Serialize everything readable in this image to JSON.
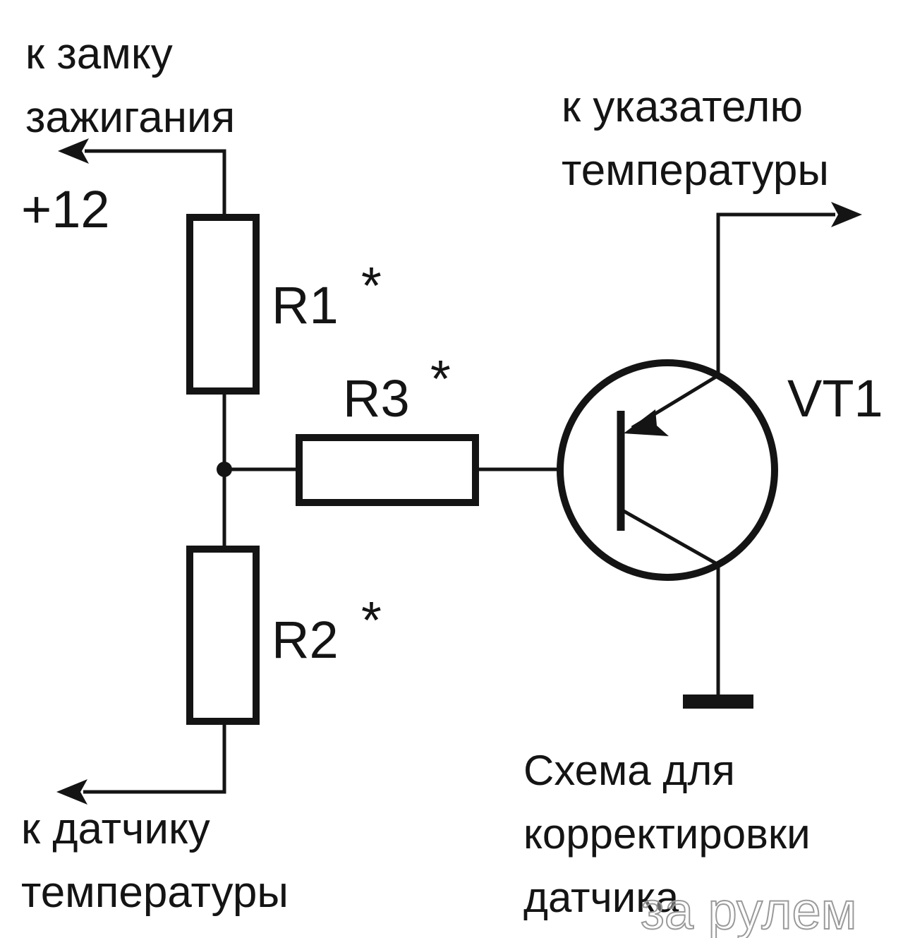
{
  "labels": {
    "ignition_line1": "к замку",
    "ignition_line2": "зажигания",
    "supply": "+12",
    "indicator_line1": "к указателю",
    "indicator_line2": "температуры",
    "sensor_line1": "к датчику",
    "sensor_line2": "температуры"
  },
  "components": {
    "r1": "R1",
    "r1_mark": "*",
    "r2": "R2",
    "r2_mark": "*",
    "r3": "R3",
    "r3_mark": "*",
    "vt1": "VT1"
  },
  "caption": {
    "line1": "Схема для",
    "line2": "корректировки",
    "line3": "датчика"
  },
  "watermark": "за рулем",
  "colors": {
    "ink": "#141414",
    "background": "#ffffff"
  }
}
